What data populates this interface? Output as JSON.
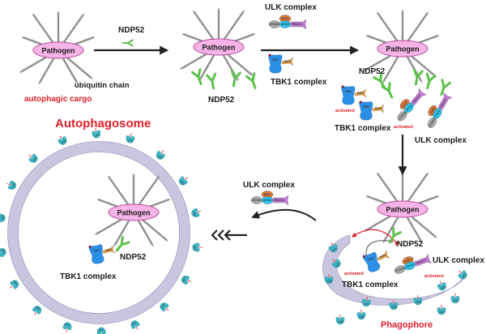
{
  "labels": {
    "pathogen": "Pathogen",
    "ndp52": "NDP52",
    "ubiquitin_chain": "ubiquitin chain",
    "autophagic_cargo": "autophagic cargo",
    "ulk_complex": "ULK complex",
    "tbk1_complex": "TBK1 complex",
    "activated": "activated",
    "autophagosome": "Autophagosome",
    "phagophore": "Phagophore"
  },
  "molecules": {
    "ulk1": "ULK1",
    "atg13": "ATG13",
    "atg101": "ATG101",
    "rb1cc1": "RB1CC1",
    "tbk1": "TBK1",
    "nap1": "NAP1",
    "lc3": "LC3"
  },
  "colors": {
    "pathogen_fill": "#f6b3e6",
    "label_red": "#e0202a",
    "membrane": "#c9c6e0",
    "ndp52_green": "#5cc14a",
    "tbk1_blue": "#2b8fe6",
    "ulk1_orange": "#d9773a",
    "atg13_cyan": "#27c6ef",
    "rb1cc1_purple": "#c47ad8",
    "lc3_teal": "#3cb8c8"
  }
}
